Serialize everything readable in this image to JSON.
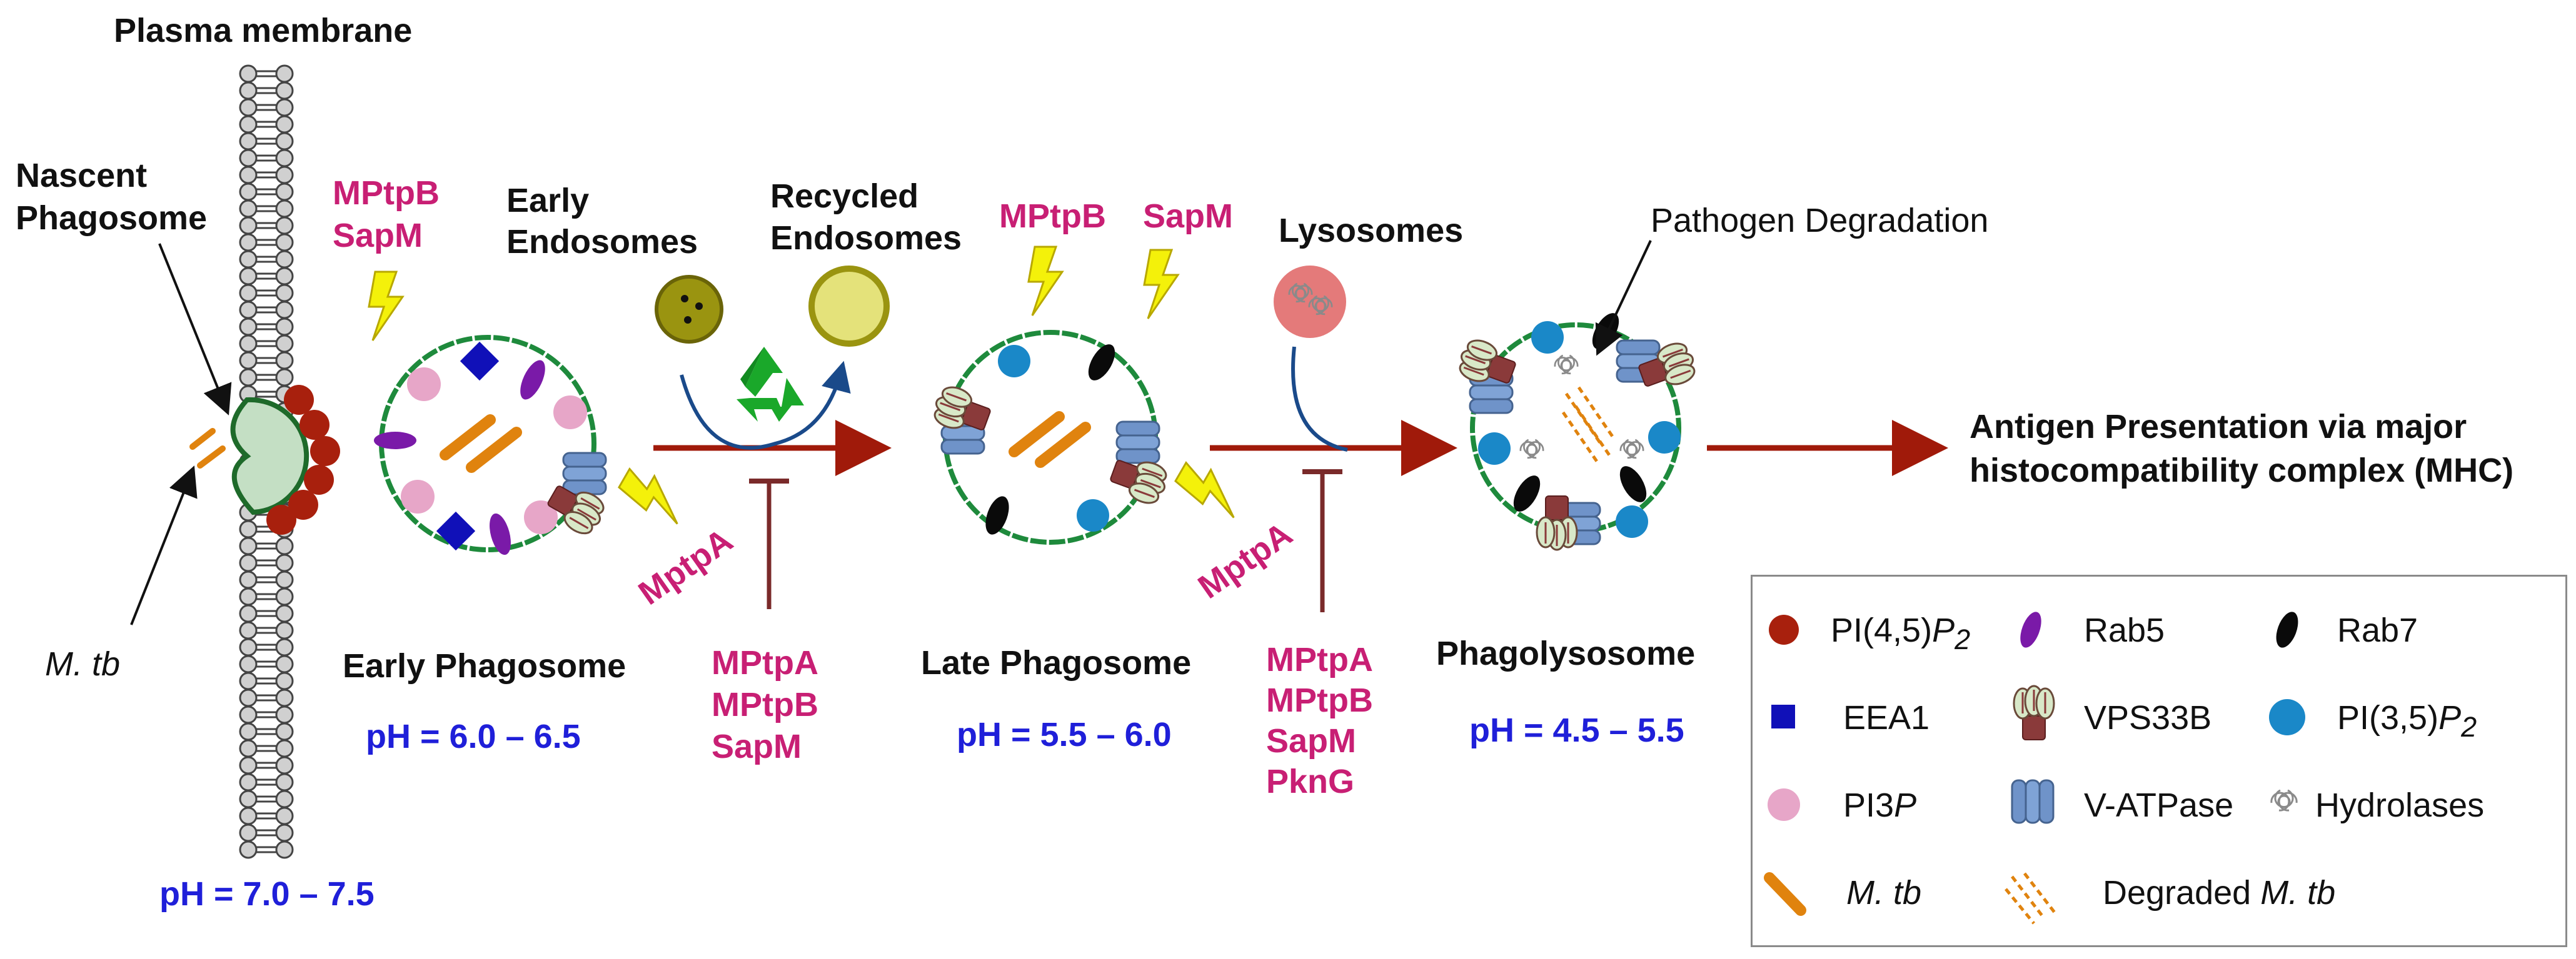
{
  "labels": {
    "plasma_membrane": "Plasma membrane",
    "nascent_phagosome": [
      "Nascent",
      "Phagosome"
    ],
    "mtb": "M. tb",
    "ph_plasma": "pH = 7.0 – 7.5",
    "early_phagosome": "Early Phagosome",
    "ph_early": "pH = 6.0 – 6.5",
    "early_endosomes": [
      "Early",
      "Endosomes"
    ],
    "recycled_endosomes": [
      "Recycled",
      "Endosomes"
    ],
    "late_phagosome": "Late Phagosome",
    "ph_late": "pH = 5.5 – 6.0",
    "lysosomes": "Lysosomes",
    "pathogen_degradation": "Pathogen Degradation",
    "phagolysosome": "Phagolysosome",
    "ph_phagolysosome": "pH = 4.5 – 5.5",
    "antigen_presentation": [
      "Antigen Presentation via major",
      "histocompatibility complex (MHC)"
    ]
  },
  "inhibitors": {
    "early_top": [
      "MPtpB",
      "SapM"
    ],
    "early_side": "MptpA",
    "block1": [
      "MPtpA",
      "MPtpB",
      "SapM"
    ],
    "late_top": [
      "MPtpB",
      "SapM"
    ],
    "late_side": "MptpA",
    "block2": [
      "MPtpA",
      "MPtpB",
      "SapM",
      "PknG"
    ]
  },
  "legend": {
    "col1": [
      {
        "icon": "pi45p2-icon",
        "text": "PI(4,5)",
        "sub": "P",
        "subscript": "2"
      },
      {
        "icon": "eea1-icon",
        "text": "EEA1"
      },
      {
        "icon": "pi3p-icon",
        "text": "PI3",
        "sub": "P"
      },
      {
        "icon": "mtb-icon",
        "text": "M. tb",
        "italic": true
      }
    ],
    "col2": [
      {
        "icon": "rab5-icon",
        "text": "Rab5"
      },
      {
        "icon": "vps33b-icon",
        "text": "VPS33B"
      },
      {
        "icon": "v-atpase-icon",
        "text": "V-ATPase"
      },
      {
        "icon": "degraded-mtb-icon",
        "text": "Degraded ",
        "italic_tail": "M. tb"
      }
    ],
    "col3": [
      {
        "icon": "rab7-icon",
        "text": "Rab7"
      },
      {
        "icon": "pi35p2-icon",
        "text": "PI(3,5)",
        "sub": "P",
        "subscript": "2"
      },
      {
        "icon": "hydrolases-icon",
        "text": "Hydrolases"
      }
    ]
  },
  "colors": {
    "pi45p2": "#a8200d",
    "eea1": "#1010b8",
    "pi3p": "#e7a6c8",
    "rab5": "#7a1aa8",
    "rab7": "#0a0a0a",
    "pi35p2": "#1a88c8",
    "mtb": "#e0830e",
    "vatpase": "#6f93c9",
    "vps33b": "#8a3a3a",
    "membrane": "#1e8a3c",
    "arrow": "#a01a0a",
    "inhibit": "#7a2a2a",
    "ph_text": "#1f1fd9",
    "inhibitor_text": "#c81f74"
  }
}
